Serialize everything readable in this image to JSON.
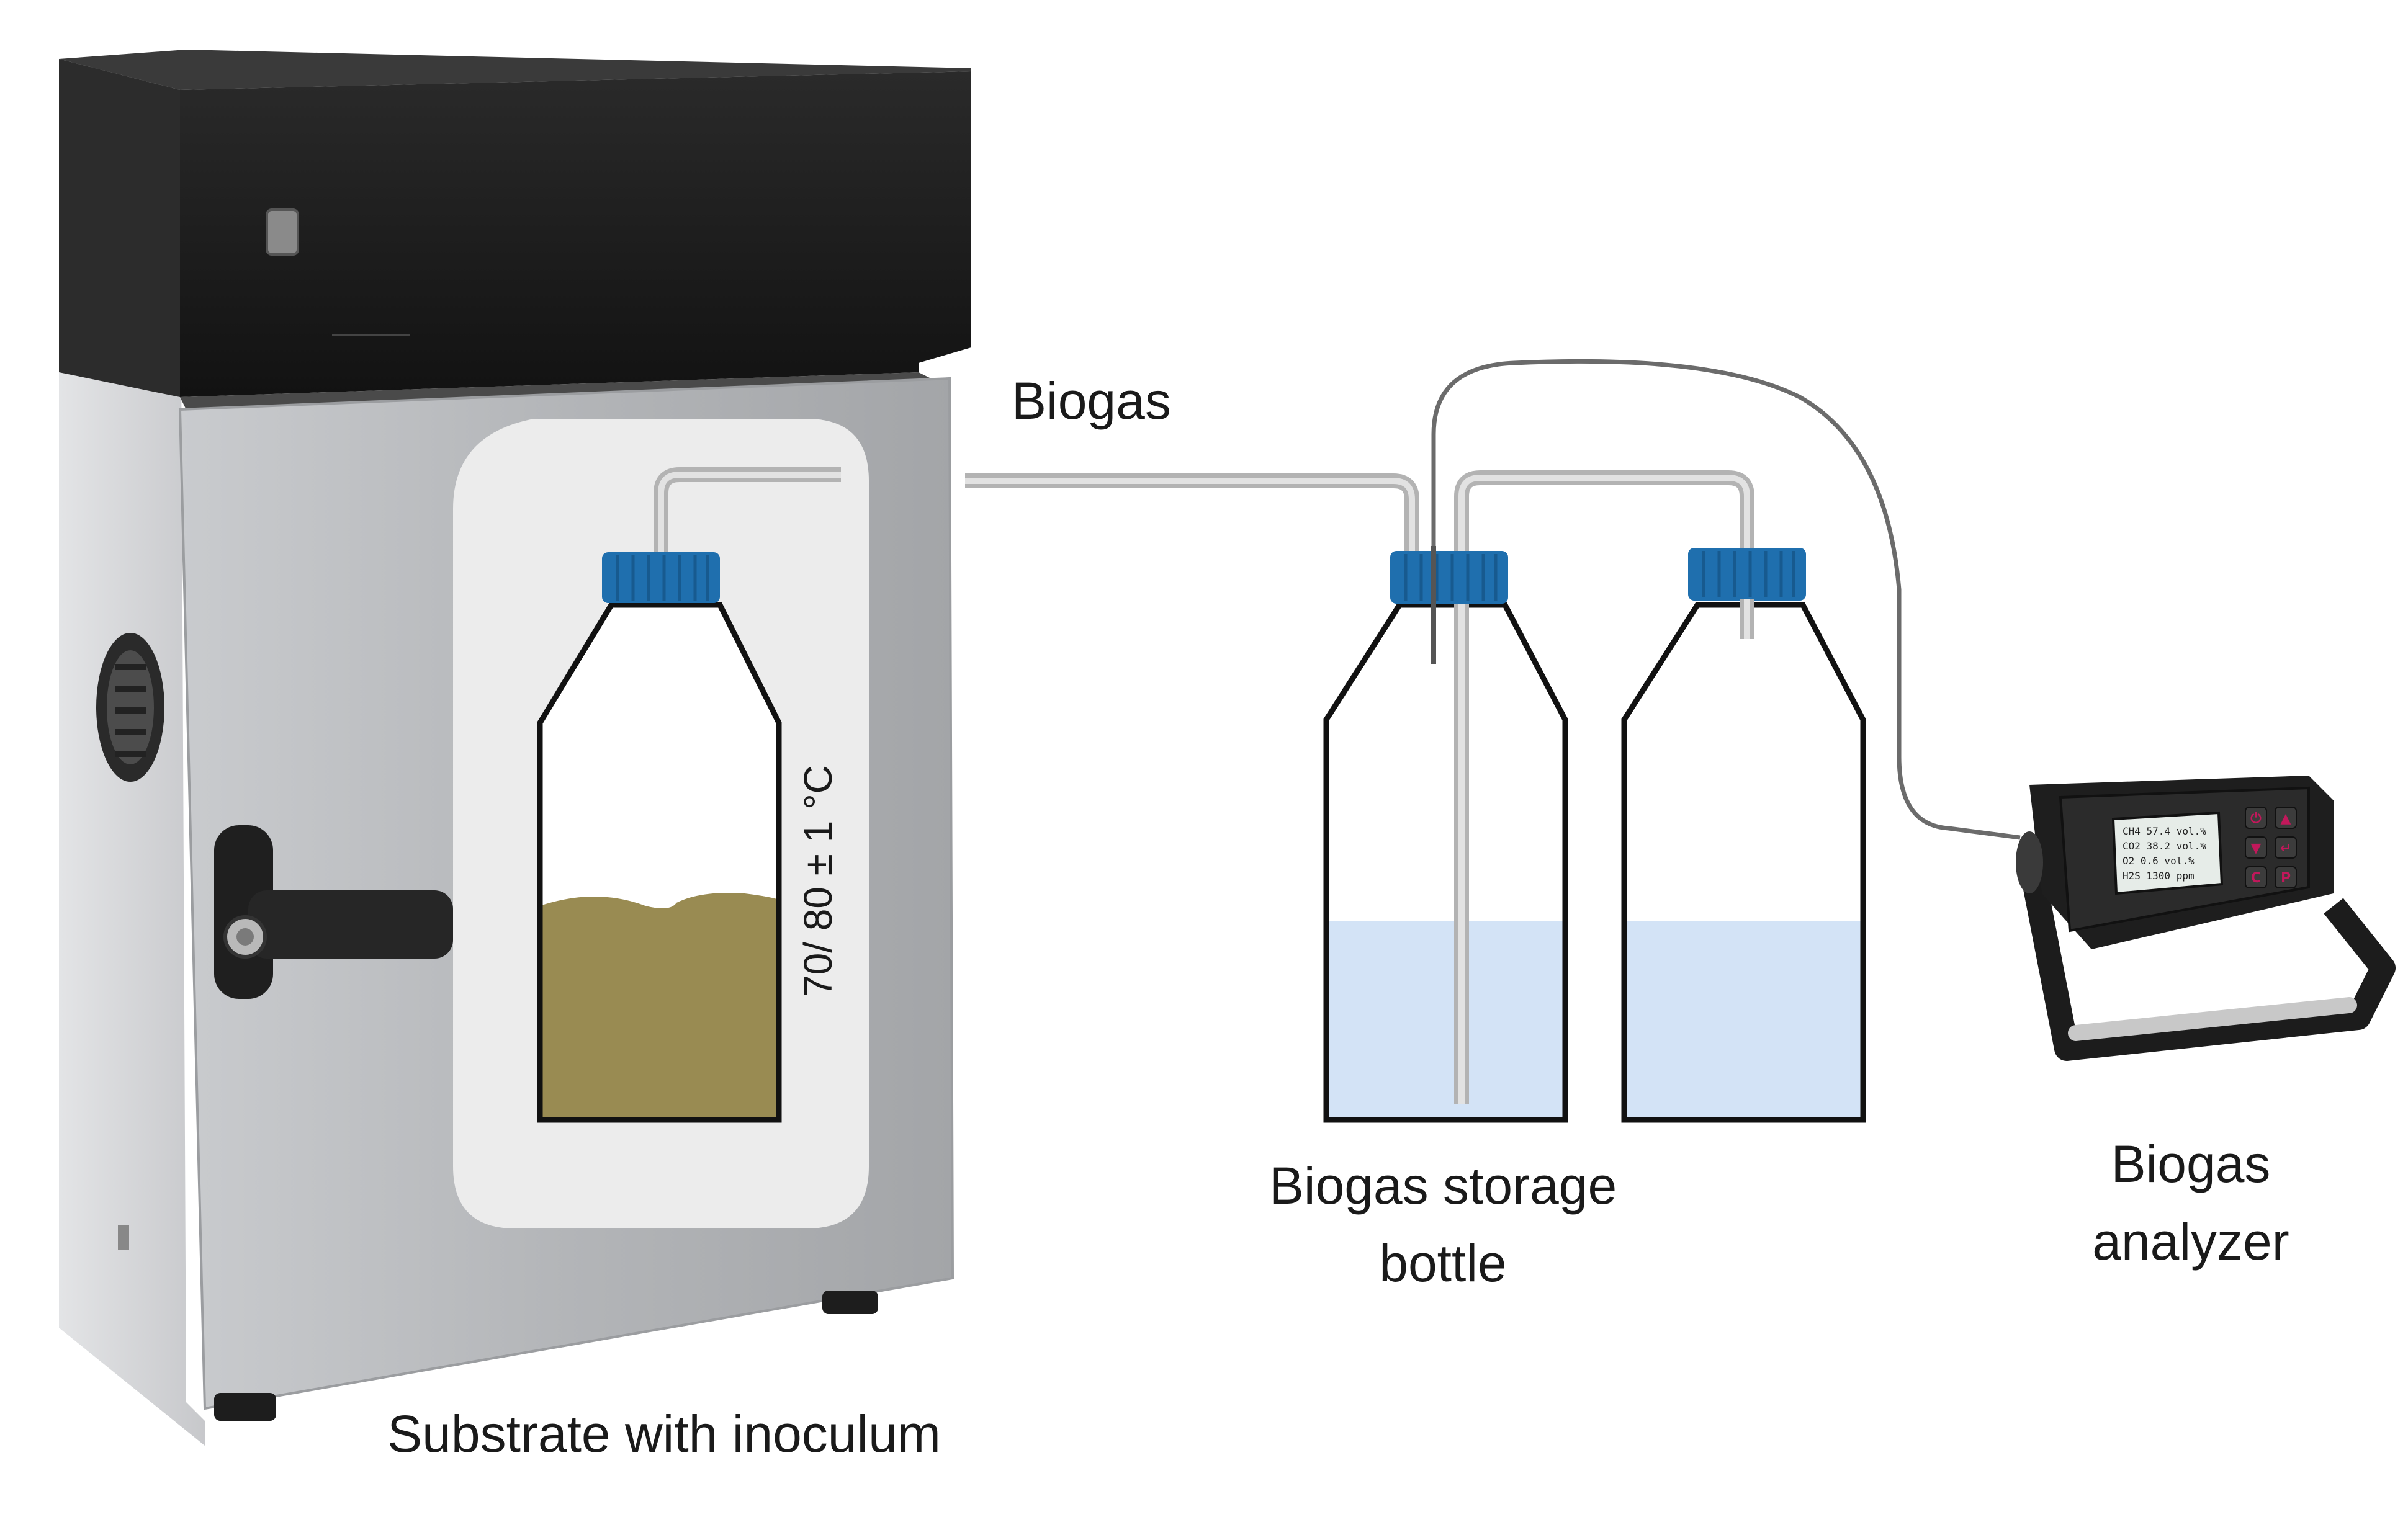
{
  "labels": {
    "biogas_flow": "Biogas",
    "temperature": "70/ 80 ± 1 °C",
    "substrate": "Substrate with inoculum",
    "storage_line1": "Biogas storage",
    "storage_line2": "bottle",
    "analyzer_line1": "Biogas",
    "analyzer_line2": "analyzer"
  },
  "analyzer_display": {
    "lines": [
      "CH4  57.4 vol.%",
      "CO2  38.2 vol.%",
      "O2    0.6 vol.%",
      "H2S  1300 ppm"
    ]
  },
  "analyzer_buttons": [
    "power",
    "up",
    "down",
    "enter",
    "C",
    "P"
  ],
  "colors": {
    "cap_blue": "#1f6fae",
    "substrate": "#998b52",
    "water": "#d3e3f6",
    "incubator_body": "#b7b9bc",
    "incubator_top": "#1b1b1b",
    "window_panel": "#ececec",
    "tube": "#b9b9b9",
    "cable": "#6b6b6b",
    "analyzer_body": "#1e1e1e",
    "button_red": "#c2185b"
  },
  "icons": {
    "door_handle": "handle-icon",
    "knob": "knob-icon"
  }
}
